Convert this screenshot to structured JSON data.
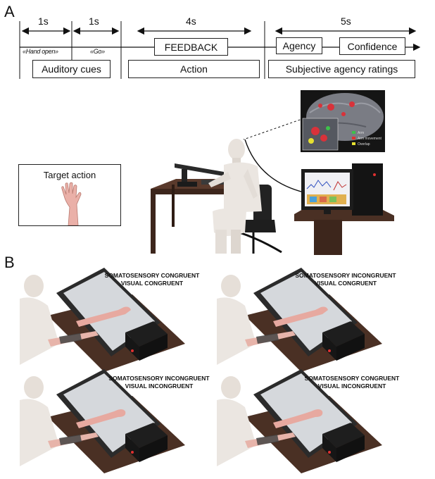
{
  "panel_a": {
    "letter": "A",
    "durations": [
      "1s",
      "1s",
      "4s",
      "5s"
    ],
    "cue_hand_open": "«Hand open»",
    "cue_go": "«Go»",
    "feedback_label": "FEEDBACK",
    "agency_label": "Agency",
    "confidence_label": "Confidence",
    "auditory_cues_label": "Auditory cues",
    "action_label": "Action",
    "ratings_label": "Subjective agency ratings",
    "target_action_label": "Target action",
    "brain_legend": [
      "Arm",
      "Arm movement",
      "Overlap"
    ]
  },
  "panel_b": {
    "letter": "B",
    "conditions": [
      {
        "line1": "SOMATOSENSORY CONGRUENT",
        "line2": "VISUAL CONGRUENT"
      },
      {
        "line1": "SOMATOSENSORY INCONGRUENT",
        "line2": "VISUAL CONGRUENT"
      },
      {
        "line1": "SOMATOSENSORY INCONGRUENT",
        "line2": "VISUAL INCONGRUENT"
      },
      {
        "line1": "SOMATOSENSORY CONGRUENT",
        "line2": "VISUAL INCONGRUENT"
      }
    ]
  },
  "colors": {
    "skin": "#e8e2dc",
    "table": "#4a3024",
    "screen": "#d5d8dc",
    "arm": "#e7a9a0",
    "brain": "#7a7c84",
    "activation": "#d8323a",
    "legend_green": "#3dc24a",
    "legend_red": "#e03030",
    "legend_yellow": "#e6e030"
  }
}
